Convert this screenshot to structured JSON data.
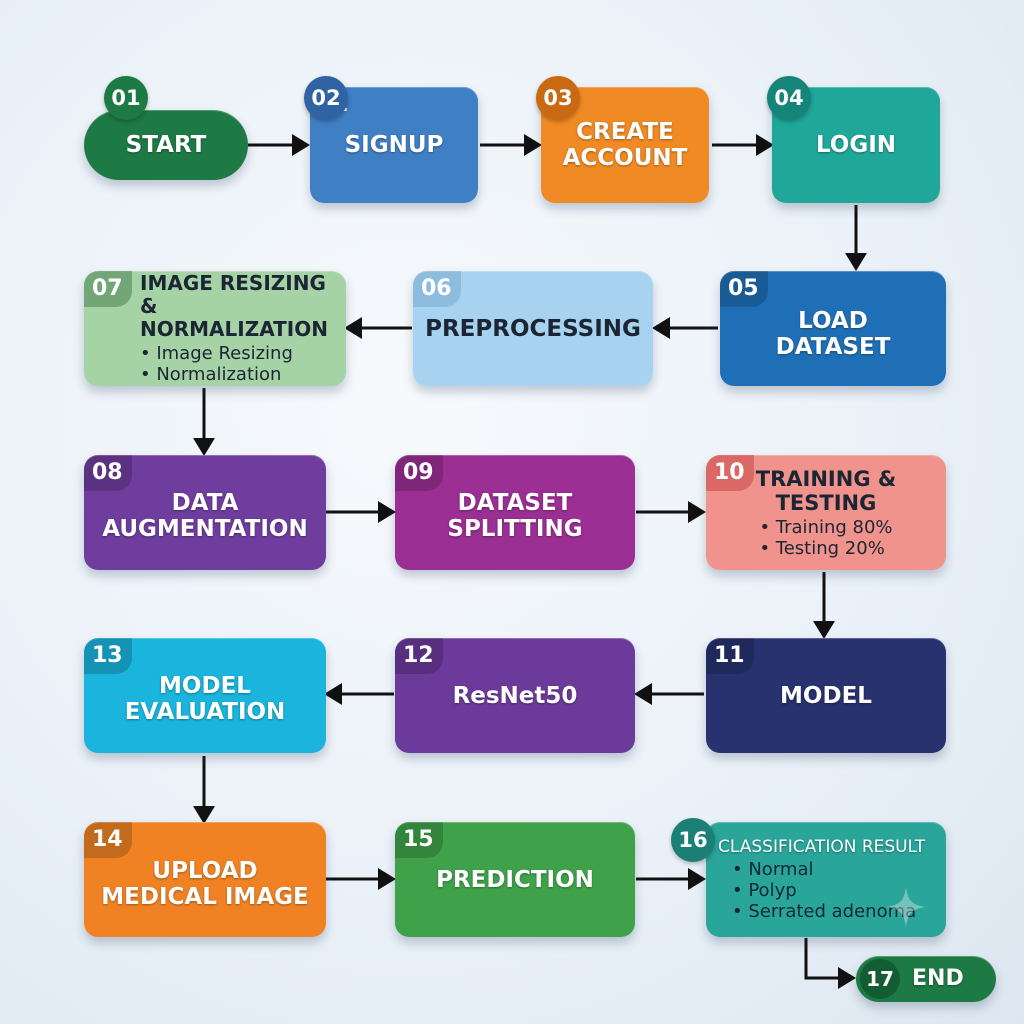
{
  "steps": {
    "s01": {
      "num": "01",
      "label": "START"
    },
    "s02": {
      "num": "02",
      "label": "SIGNUP"
    },
    "s03": {
      "num": "03",
      "label": "CREATE\nACCOUNT"
    },
    "s04": {
      "num": "04",
      "label": "LOGIN"
    },
    "s05": {
      "num": "05",
      "label": "LOAD\nDATASET"
    },
    "s06": {
      "num": "06",
      "label": "PREPROCESSING"
    },
    "s07": {
      "num": "07",
      "label": "IMAGE RESIZING &\nNORMALIZATION",
      "bullets": [
        "Image Resizing",
        "Normalization"
      ]
    },
    "s08": {
      "num": "08",
      "label": "DATA\nAUGMENTATION"
    },
    "s09": {
      "num": "09",
      "label": "DATASET\nSPLITTING"
    },
    "s10": {
      "num": "10",
      "label": "TRAINING &\nTESTING",
      "bullets": [
        "Training 80%",
        "Testing 20%"
      ]
    },
    "s11": {
      "num": "11",
      "label": "MODEL"
    },
    "s12": {
      "num": "12",
      "label": "ResNet50"
    },
    "s13": {
      "num": "13",
      "label": "MODEL\nEVALUATION"
    },
    "s14": {
      "num": "14",
      "label": "UPLOAD\nMEDICAL IMAGE"
    },
    "s15": {
      "num": "15",
      "label": "PREDICTION"
    },
    "s16": {
      "num": "16",
      "label": "CLASSIFICATION RESULT",
      "bullets": [
        "Normal",
        "Polyp",
        "Serrated adenoma"
      ]
    },
    "s17": {
      "num": "17",
      "label": "END"
    }
  },
  "colors": {
    "start": "#1e7a45",
    "signup": "#3f7fc4",
    "create_account": "#f08a24",
    "login": "#1fa79a",
    "load_dataset": "#1f6fb6",
    "preprocessing": "#a8d3f0",
    "resize": "#a6d3a6",
    "augmentation": "#6e3d9e",
    "splitting": "#9b2f93",
    "training": "#f0938c",
    "model": "#27326f",
    "resnet": "#6c3a9a",
    "evaluation": "#1ab4dc",
    "upload": "#f08224",
    "prediction": "#3fa24b",
    "classification": "#2aa59a",
    "end": "#1e7a45"
  }
}
